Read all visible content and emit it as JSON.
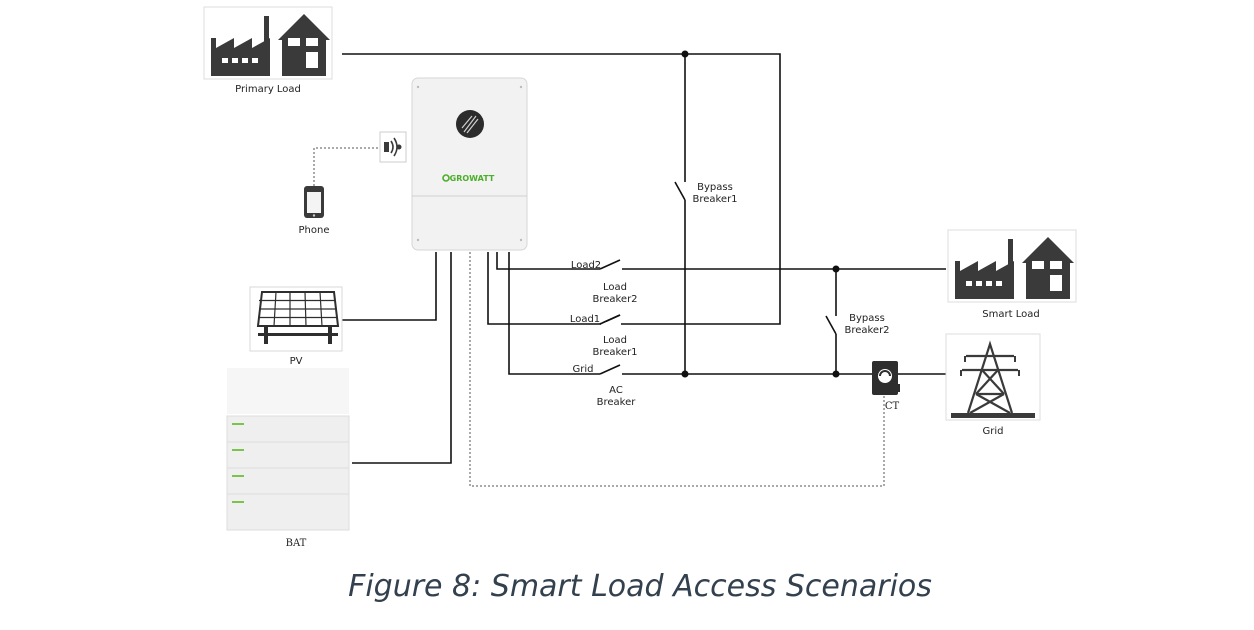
{
  "diagram": {
    "nodes": {
      "primary_load": "Primary Load",
      "phone": "Phone",
      "pv": "PV",
      "bat": "BAT",
      "smart_load": "Smart Load",
      "grid": "Grid",
      "ct": "CT",
      "inverter_brand": "GROWATT"
    },
    "breakers": {
      "bypass1_a": "Bypass",
      "bypass1_b": "Breaker1",
      "bypass2_a": "Bypass",
      "bypass2_b": "Breaker2",
      "load2_wire": "Load2",
      "load2_a": "Load",
      "load2_b": "Breaker2",
      "load1_wire": "Load1",
      "load1_a": "Load",
      "load1_b": "Breaker1",
      "grid_wire": "Grid",
      "ac_a": "AC",
      "ac_b": "Breaker"
    }
  },
  "caption": "Figure 8: Smart Load Access Scenarios",
  "colors": {
    "icon": "#3a3a3a",
    "brand_green": "#4caf2a",
    "caption": "#33404e",
    "inverter_body": "#f2f2f2"
  }
}
